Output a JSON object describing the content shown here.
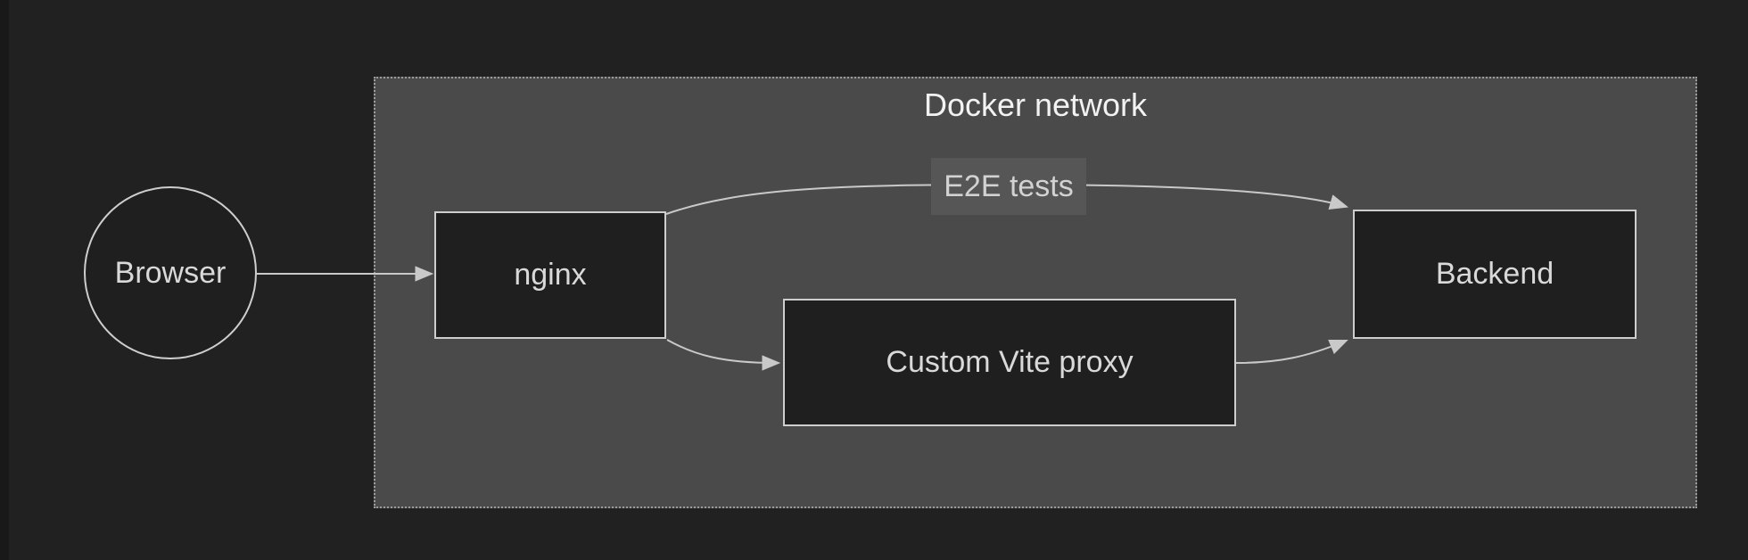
{
  "diagram": {
    "type": "flowchart",
    "title": "Docker network",
    "nodes": {
      "browser": {
        "label": "Browser",
        "shape": "circle",
        "inside_docker_network": false
      },
      "nginx": {
        "label": "nginx",
        "shape": "rect",
        "inside_docker_network": true
      },
      "vite": {
        "label": "Custom Vite proxy",
        "shape": "rect",
        "inside_docker_network": true
      },
      "backend": {
        "label": "Backend",
        "shape": "rect",
        "inside_docker_network": true
      }
    },
    "edges": [
      {
        "from": "Browser",
        "to": "nginx",
        "label": ""
      },
      {
        "from": "nginx",
        "to": "Backend",
        "label": "E2E tests"
      },
      {
        "from": "nginx",
        "to": "Custom Vite proxy",
        "label": ""
      },
      {
        "from": "Custom Vite proxy",
        "to": "Backend",
        "label": ""
      }
    ]
  },
  "colors": {
    "bg": "#212121",
    "strip": "#191919",
    "cluster-fill": "#4a4a4a",
    "cluster-border": "#9c9c9c",
    "cluster-title": "#f2f2f2",
    "node-fill": "#1f1f1f",
    "node-border": "#cecece",
    "node-text": "#d9d9d9",
    "edge": "#c9c9c9",
    "edge-label-bg": "#565656",
    "edge-label-text": "#d2d2d2"
  }
}
